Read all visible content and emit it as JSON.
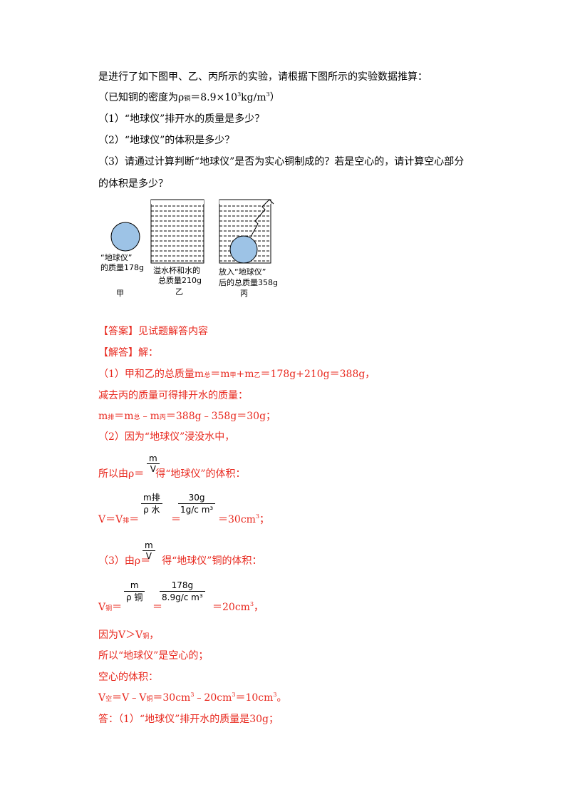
{
  "question": {
    "intro": "是进行了如下图甲、乙、丙所示的实验，请根据下图所示的实验数据推算：",
    "known_prefix": "（已知铜的密度为ρ",
    "known_sub": "铜",
    "known_mid": "＝8.9×10",
    "known_exp": "3",
    "known_unit": "kg/m",
    "known_exp2": "3",
    "known_close": "）",
    "q1": "（1）“地球仪”排开水的质量是多少？",
    "q2": "（2）“地球仪”的体积是多少？",
    "q3a": "（3）请通过计算判断“地球仪”是否为实心铜制成的？若是空心的，请计算空心部分",
    "q3b": "的体积是多少？"
  },
  "figure": {
    "jia_label1": "“地球仪”",
    "jia_label2": "的质量178g",
    "jia_name": "甲",
    "yi_label1": "溢水杯和水的",
    "yi_label2": "总质量210g",
    "yi_name": "乙",
    "bing_label1": "放入“地球仪”",
    "bing_label2": "后的总质量358g",
    "bing_name": "丙",
    "globe_color": "#9dc3e6"
  },
  "answer": {
    "tag": "【答案】",
    "text": "见试题解答内容",
    "sol_tag": "【解答】",
    "sol_text": "解：",
    "s1_a": "（1）甲和乙的总质量m",
    "s1_sub1": "总",
    "s1_b": "＝m",
    "s1_sub2": "甲",
    "s1_c": "+m",
    "s1_sub3": "乙",
    "s1_d": "＝178g+210g＝388g，",
    "s2": "减去丙的质量可得排开水的质量：",
    "s3_a": "m",
    "s3_sub1": "排",
    "s3_b": "＝m",
    "s3_sub2": "总",
    "s3_c": "﹣m",
    "s3_sub3": "丙",
    "s3_d": "＝388g﹣358g＝30g；",
    "s4": "（2）因为“地球仪”浸没水中，",
    "s5_a": "所以由ρ＝",
    "s5_num": "m",
    "s5_den": "V",
    "s5_b": "得“地球仪”的体积：",
    "s6_a": "V＝V",
    "s6_sub": "排",
    "s6_eq": "＝",
    "s6_f1_num": "m排",
    "s6_f1_den": "ρ 水",
    "s6_eq2": "＝",
    "s6_f2_num": "30g",
    "s6_f2_den": "1g/c m³",
    "s6_res_a": "＝30cm",
    "s6_res_exp": "3",
    "s6_res_b": "；",
    "s7_a": "（3）由ρ＝",
    "s7_num": "m",
    "s7_den": "V",
    "s7_b": "得“地球仪”铜的体积：",
    "s8_a": "V",
    "s8_sub": "铜",
    "s8_eq": "＝",
    "s8_f1_num": "m",
    "s8_f1_den": "ρ 铜",
    "s8_eq2": "＝",
    "s8_f2_num": "178g",
    "s8_f2_den": "8.9g/c m³",
    "s8_res_a": "＝20cm",
    "s8_res_exp": "3",
    "s8_res_b": "，",
    "s9_a": "因为V＞V",
    "s9_sub": "铜",
    "s9_b": "，",
    "s10": "所以“地球仪”是空心的；",
    "s11": "空心的体积：",
    "s12_a": "V",
    "s12_sub": "空",
    "s12_b": "＝V﹣V",
    "s12_sub2": "铜",
    "s12_c": "＝30cm",
    "s12_e1": "3",
    "s12_d": "﹣20cm",
    "s12_e2": "3",
    "s12_e": "＝10cm",
    "s12_e3": "3",
    "s12_f": "。",
    "s13": "答：（1）“地球仪”排开水的质量是30g；"
  }
}
